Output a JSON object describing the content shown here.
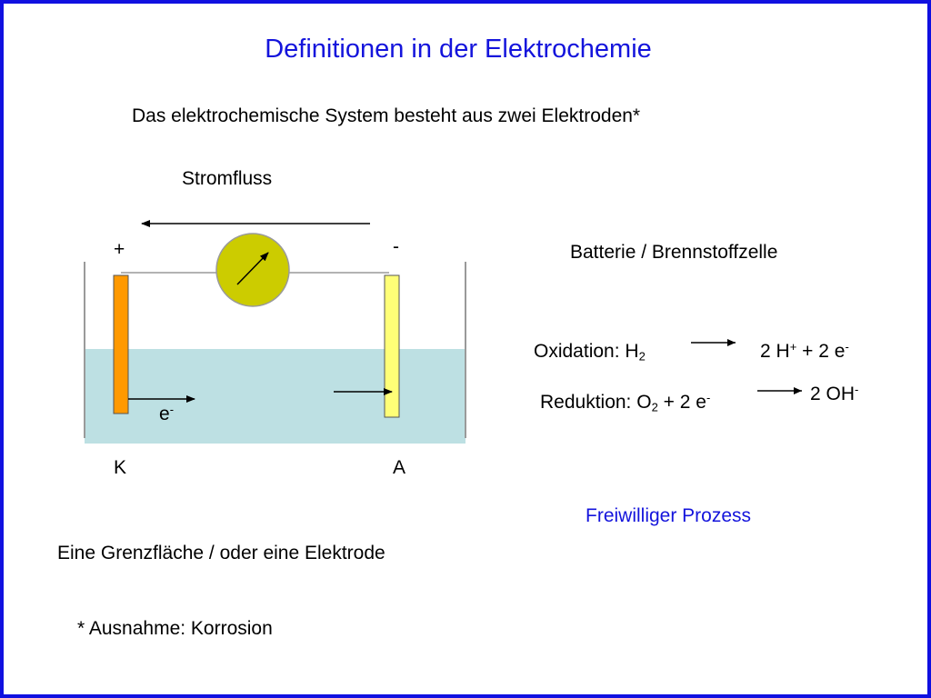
{
  "title": "Definitionen in der Elektrochemie",
  "subtitle": "Das elektrochemische System besteht aus zwei Elektroden*",
  "diagram": {
    "current_label": "Stromfluss",
    "plus_sign": "+",
    "minus_sign": "-",
    "electron_label": "e",
    "electron_charge": "-",
    "cathode_label": "K",
    "anode_label": "A",
    "colors": {
      "electrolyte": "#bde0e3",
      "cathode": "#ff9900",
      "anode": "#ffff77",
      "meter": "#cccc00",
      "wall": "#9a9a9a"
    }
  },
  "battery_label": "Batterie / Brennstoffzelle",
  "oxidation": {
    "label": "Oxidation: H",
    "sub": "2",
    "product_a": "2 H",
    "product_a_sup": "+",
    "product_b": " + 2 e",
    "product_b_sup": "-"
  },
  "reduction": {
    "label": "Reduktion: O",
    "sub": "2",
    "rest": " + 2 e",
    "rest_sup": "-",
    "product": "2 OH",
    "product_sup": "-"
  },
  "process_label": "Freiwilliger Prozess",
  "interface_note": "Eine Grenzfläche / oder eine Elektrode",
  "footnote": "* Ausnahme: Korrosion"
}
